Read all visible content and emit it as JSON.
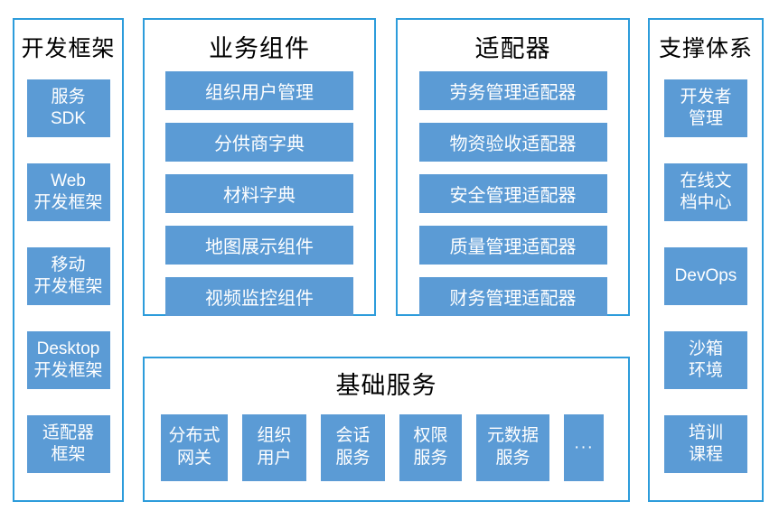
{
  "diagram": {
    "groups": {
      "dev_framework": {
        "title": "开发框架",
        "items": [
          "服务\nSDK",
          "Web\n开发框架",
          "移动\n开发框架",
          "Desktop\n开发框架",
          "适配器\n框架"
        ]
      },
      "business_components": {
        "title": "业务组件",
        "items": [
          "组织用户管理",
          "分供商字典",
          "材料字典",
          "地图展示组件",
          "视频监控组件"
        ]
      },
      "adapters": {
        "title": "适配器",
        "items": [
          "劳务管理适配器",
          "物资验收适配器",
          "安全管理适配器",
          "质量管理适配器",
          "财务管理适配器"
        ]
      },
      "support_system": {
        "title": "支撑体系",
        "items": [
          "开发者\n管理",
          "在线文\n档中心",
          "DevOps",
          "沙箱\n环境",
          "培训\n课程"
        ]
      },
      "basic_services": {
        "title": "基础服务",
        "items": [
          "分布式\n网关",
          "组织\n用户",
          "会话\n服务",
          "权限\n服务",
          "元数据\n服务",
          "···"
        ]
      }
    },
    "colors": {
      "box_fill": "#5b9bd5",
      "container_border": "#2d9cdb",
      "title_text": "#000000",
      "box_text": "#ffffff",
      "background": "#ffffff"
    }
  }
}
